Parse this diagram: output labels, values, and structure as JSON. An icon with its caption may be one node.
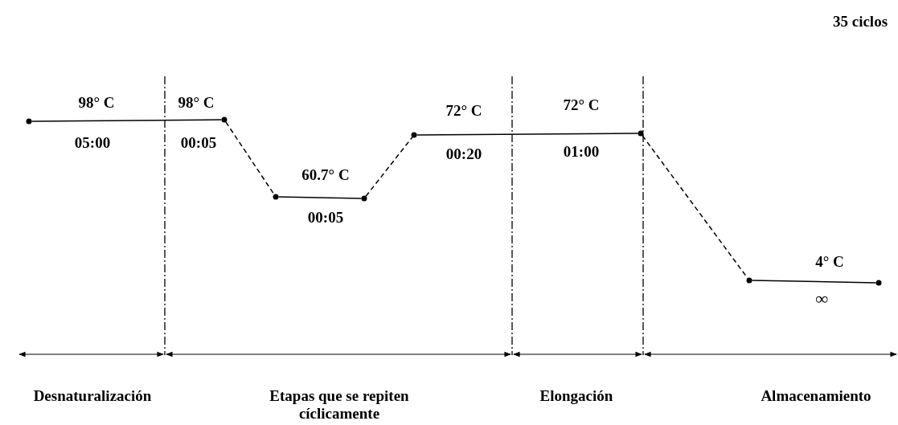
{
  "diagram": {
    "nodes": [
      {
        "text": [],
        "shape": "circle"
      },
      {
        "text": [],
        "shape": "circle"
      },
      {
        "text": [],
        "shape": "circle"
      },
      {
        "text": [],
        "shape": "circle"
      },
      {
        "text": [],
        "shape": "circle"
      },
      {
        "text": [],
        "shape": "circle"
      },
      {
        "text": [],
        "shape": "circle"
      },
      {
        "text": [],
        "shape": "circle"
      }
    ],
    "edges": [
      {
        "from": 0,
        "to": 1,
        "arrow": "none"
      },
      {
        "from": 1,
        "to": 2,
        "arrow": "none",
        "style": "dashed"
      },
      {
        "from": 2,
        "to": 3,
        "arrow": "none"
      },
      {
        "from": 3,
        "to": 4,
        "arrow": "none",
        "style": "dashed"
      },
      {
        "from": 4,
        "to": 5,
        "arrow": "none"
      },
      {
        "from": 5,
        "to": 6,
        "arrow": "none",
        "style": "dashed"
      },
      {
        "from": 6,
        "to": 7,
        "arrow": "none"
      }
    ],
    "labels": [
      "35 ciclos",
      "98° C",
      "98° C",
      "72° C",
      "72° C",
      "05:00",
      "00:05",
      "00:20",
      "01:00",
      "60.7° C",
      "00:05",
      "4° C",
      "∞",
      "Desnaturalización",
      "Etapas que se repiten cíclicamente",
      "Elongación",
      "Almacenamiento"
    ]
  }
}
